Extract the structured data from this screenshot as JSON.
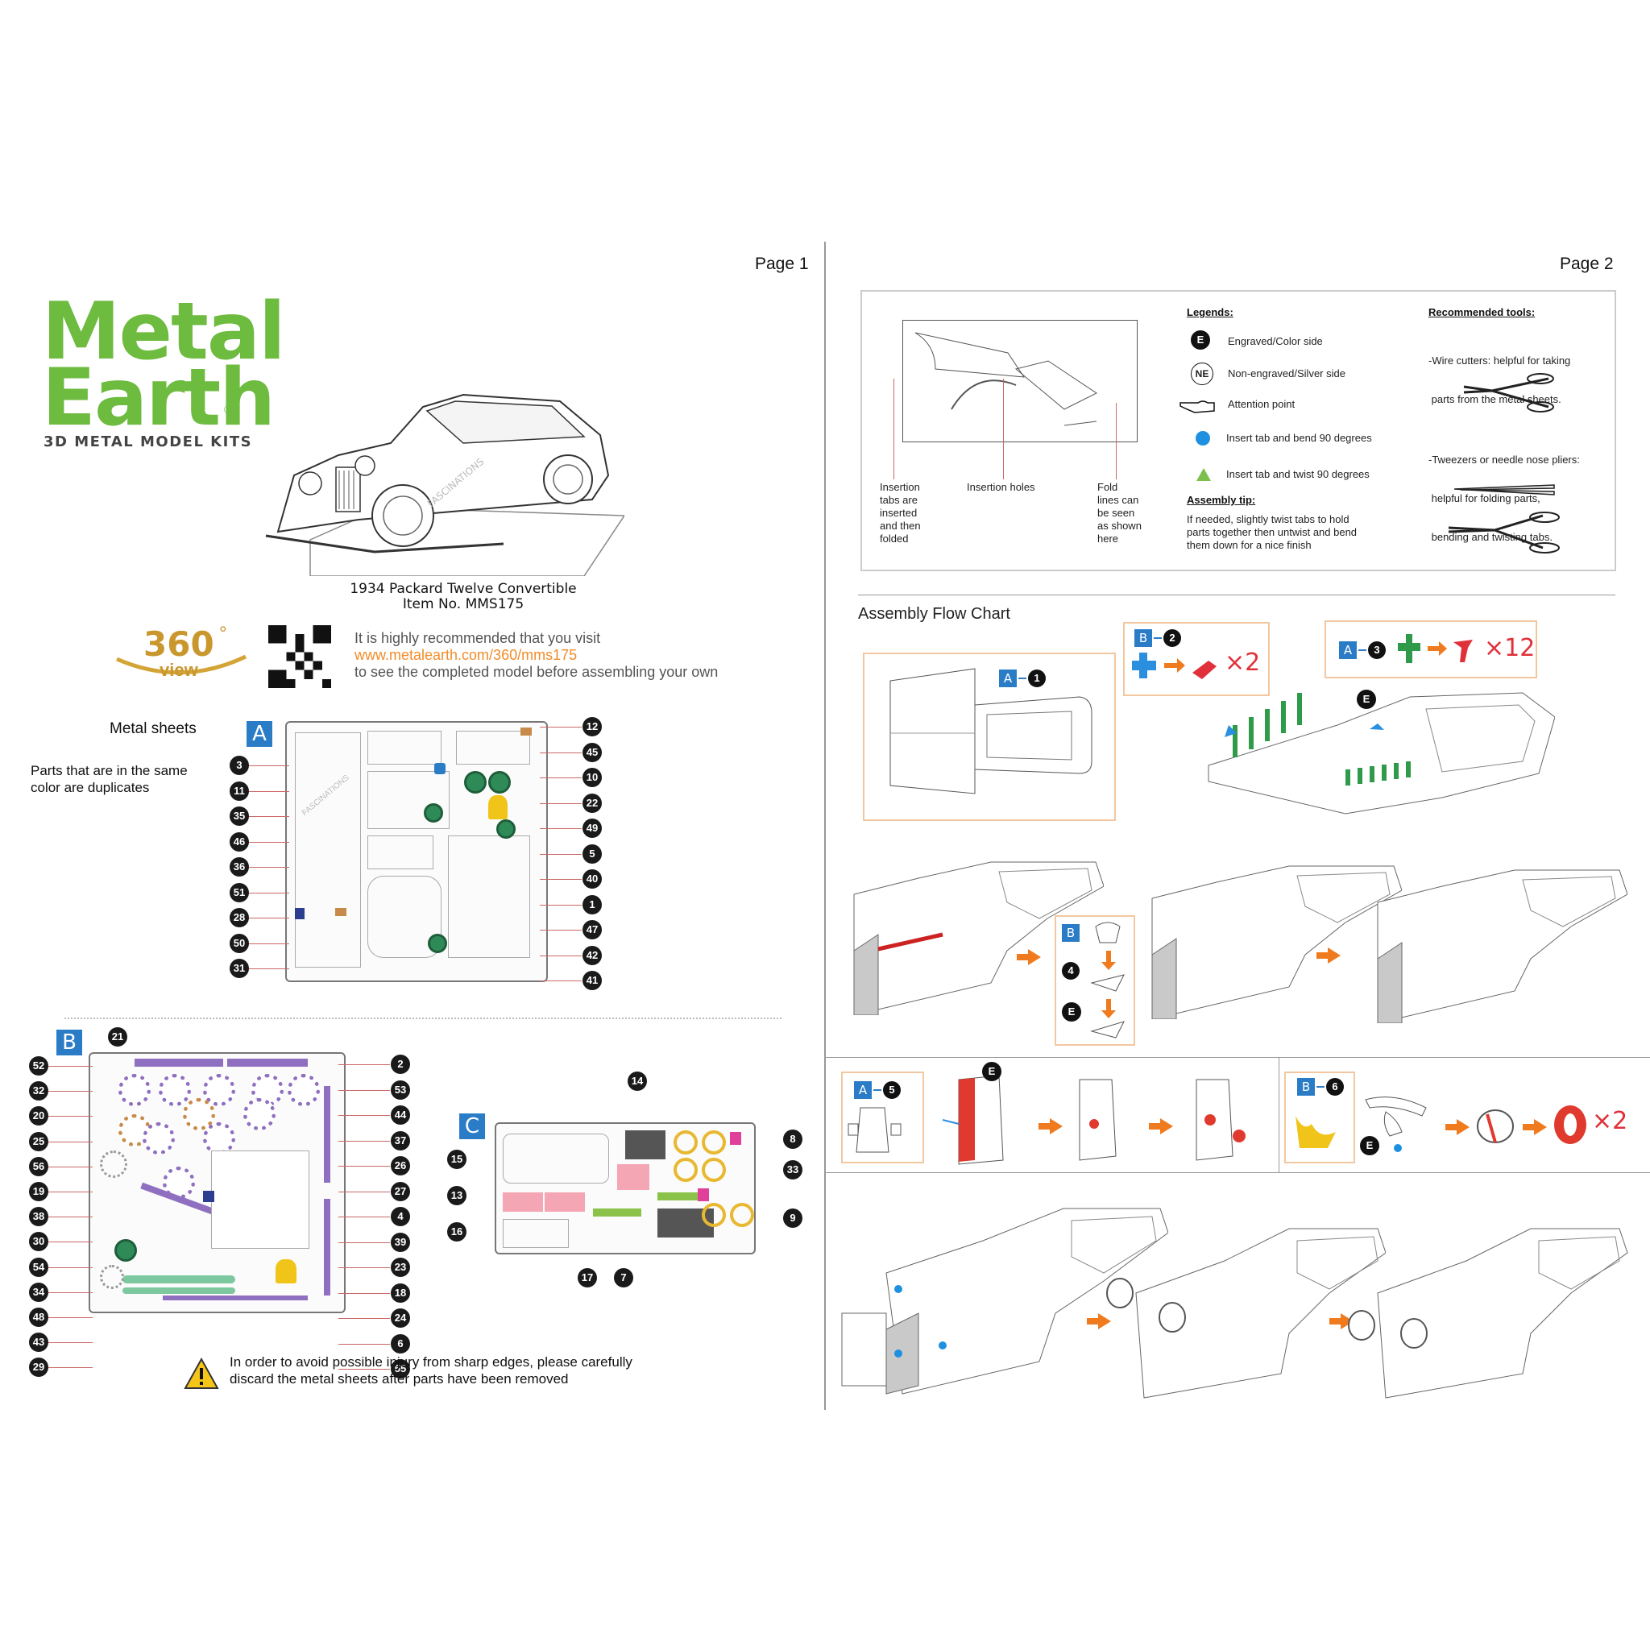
{
  "page1": {
    "page_label": "Page 1",
    "brand": {
      "line1": "Metal",
      "line2": "Earth",
      "registered": "®",
      "tagline": "3D METAL MODEL KITS"
    },
    "model": {
      "name": "1934 Packard Twelve Convertible",
      "item": "Item  No.  MMS175"
    },
    "view360": {
      "number": "360",
      "degree": "°",
      "word": "view"
    },
    "recommend": {
      "line1": "It is highly recommended that you visit",
      "url": "www.metalearth.com/360/mms175",
      "line3": "to see the completed model before assembling your own"
    },
    "metal_sheets_title": "Metal sheets",
    "duplicates_note_1": "Parts that are in the same",
    "duplicates_note_2": "color are duplicates",
    "sheet_a": {
      "letter": "A",
      "left_numbers": [
        "3",
        "11",
        "35",
        "46",
        "36",
        "51",
        "28",
        "50",
        "31"
      ],
      "right_numbers": [
        "12",
        "45",
        "10",
        "22",
        "49",
        "5",
        "40",
        "1",
        "47",
        "42",
        "41"
      ]
    },
    "sheet_b": {
      "letter": "B",
      "top_number": "21",
      "left_numbers": [
        "52",
        "32",
        "20",
        "25",
        "56",
        "19",
        "38",
        "30",
        "54",
        "34",
        "48",
        "43",
        "29"
      ],
      "right_numbers": [
        "2",
        "53",
        "44",
        "37",
        "26",
        "27",
        "4",
        "39",
        "23",
        "18",
        "24",
        "6",
        "55"
      ]
    },
    "sheet_c": {
      "letter": "C",
      "top_number": "14",
      "left_numbers": [
        "15",
        "13",
        "16"
      ],
      "right_numbers": [
        "8",
        "33",
        "9"
      ],
      "bottom_numbers": [
        "17",
        "7"
      ]
    },
    "warning": {
      "line1": "In order to avoid possible injury from sharp edges, please carefully",
      "line2": "discard the metal sheets after parts have been removed"
    }
  },
  "page2": {
    "page_label": "Page 2",
    "diagram_labels": {
      "insertion_tabs": [
        "Insertion",
        "tabs are",
        "inserted",
        "and then",
        "folded"
      ],
      "insertion_holes": "Insertion holes",
      "fold_lines": [
        "Fold",
        "lines can",
        "be seen",
        "as shown",
        "here"
      ]
    },
    "legends": {
      "title": "Legends:",
      "items": [
        {
          "badge": "E",
          "text": "Engraved/Color side"
        },
        {
          "badge": "NE",
          "text": "Non-engraved/Silver side"
        },
        {
          "badge": "",
          "text": "Attention point"
        },
        {
          "badge": "",
          "text": "Insert tab and bend 90 degrees"
        },
        {
          "badge": "",
          "text": "Insert tab and twist 90 degrees"
        }
      ]
    },
    "assembly_tip": {
      "title": "Assembly tip:",
      "lines": [
        "If needed, slightly twist tabs to hold",
        "parts together then untwist and bend",
        "them down for a nice finish"
      ]
    },
    "tools": {
      "title": "Recommended tools:",
      "wire": [
        "-Wire cutters: helpful for taking",
        " parts from the metal sheets."
      ],
      "tweezers": [
        "-Tweezers or needle nose pliers:",
        " helpful for folding parts,",
        " bending and twisting tabs."
      ]
    },
    "flow_title": "Assembly Flow Chart",
    "steps": {
      "a1": {
        "letter": "A",
        "num": "1"
      },
      "b2": {
        "letter": "B",
        "num": "2",
        "mult": "×2"
      },
      "a3": {
        "letter": "A",
        "num": "3",
        "mult": "×12"
      },
      "b4": {
        "letter": "B",
        "num": "4"
      },
      "a5": {
        "letter": "A",
        "num": "5"
      },
      "b6": {
        "letter": "B",
        "num": "6",
        "mult": "×2"
      }
    },
    "e_badge": "E",
    "watermark": "FASCINATIONS"
  },
  "colors": {
    "brand_green": "#6dbb3f",
    "url_orange": "#f28c28",
    "sheet_blue": "#2b7cc7",
    "arrow_orange": "#f07a1e",
    "mult_red": "#e0313a",
    "parts_purple": "#8e6fc0",
    "parts_tan": "#c88a4a",
    "parts_green": "#2e8b57",
    "parts_yellow": "#f0c419",
    "parts_pink": "#f4a6b4",
    "parts_gray": "#555555"
  }
}
